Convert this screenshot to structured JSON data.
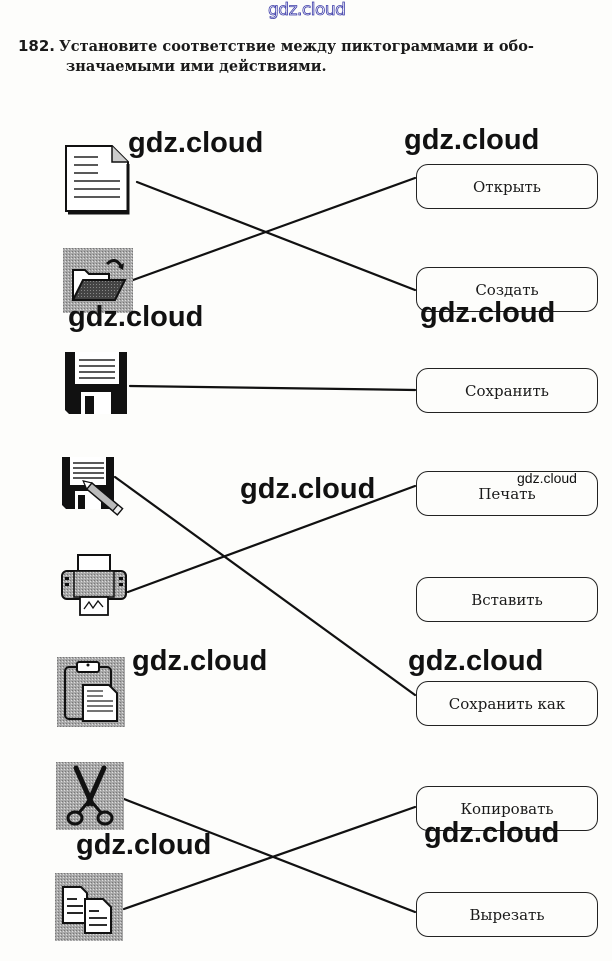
{
  "watermark_top": "gdz.cloud",
  "task": {
    "number": "182.",
    "text_line1": "Установите соответствие между пиктограммами и обо-",
    "text_line2": "значаемыми ими действиями."
  },
  "icons": [
    {
      "name": "new-document-icon"
    },
    {
      "name": "open-folder-icon"
    },
    {
      "name": "save-floppy-icon"
    },
    {
      "name": "save-as-floppy-pencil-icon"
    },
    {
      "name": "printer-icon"
    },
    {
      "name": "paste-clipboard-icon"
    },
    {
      "name": "scissors-icon"
    },
    {
      "name": "copy-documents-icon"
    }
  ],
  "actions": [
    {
      "label": "Открыть"
    },
    {
      "label": "Создать"
    },
    {
      "label": "Сохранить"
    },
    {
      "label": "Печать"
    },
    {
      "label": "Вставить"
    },
    {
      "label": "Сохранить как"
    },
    {
      "label": "Копировать"
    },
    {
      "label": "Вырезать"
    }
  ],
  "matches": [
    {
      "icon": "new-document-icon",
      "action": "Создать"
    },
    {
      "icon": "open-folder-icon",
      "action": "Открыть"
    },
    {
      "icon": "save-floppy-icon",
      "action": "Сохранить"
    },
    {
      "icon": "save-as-floppy-pencil-icon",
      "action": "Сохранить как"
    },
    {
      "icon": "printer-icon",
      "action": "Печать"
    },
    {
      "icon": "scissors-icon",
      "action": "Вырезать"
    },
    {
      "icon": "copy-documents-icon",
      "action": "Копировать"
    }
  ],
  "watermarks": [
    "gdz.cloud",
    "gdz.cloud",
    "gdz.cloud",
    "gdz.cloud",
    "gdz.cloud",
    "gdz.cloud",
    "gdz.cloud",
    "gdz.cloud",
    "gdz.cloud",
    "gdz.cloud"
  ]
}
